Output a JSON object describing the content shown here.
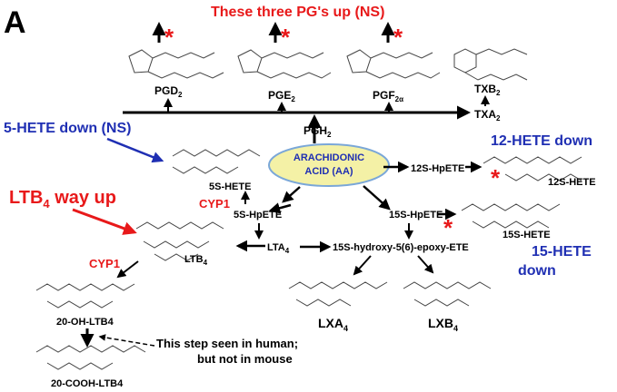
{
  "panel_label": "A",
  "colors": {
    "annotation_red": "#e8191a",
    "annotation_blue": "#1f2fb3",
    "node_fill": "#f4f1a6",
    "node_stroke": "#7aa7d8"
  },
  "header_note": "These three PG's up (NS)",
  "star": "*",
  "center": {
    "line1": "ARACHIDONIC",
    "line2": "ACID (AA)"
  },
  "prostanoids": {
    "pgh2": {
      "main": "PGH",
      "sub": "2"
    },
    "pgd2": {
      "main": "PGD",
      "sub": "2"
    },
    "pge2": {
      "main": "PGE",
      "sub": "2"
    },
    "pgf2a": {
      "main": "PGF",
      "sub": "2α"
    },
    "txb2": {
      "main": "TXB",
      "sub": "2"
    },
    "txa2": {
      "main": "TXA",
      "sub": "2"
    }
  },
  "lipox": {
    "hpete5": "5S-HpETE",
    "hete5": "5S-HETE",
    "hpete12": "12S-HpETE",
    "hete12": "12S-HETE",
    "hpete15": "15S-HpETE",
    "hete15": "15S-HETE",
    "lta4": {
      "main": "LTA",
      "sub": "4"
    },
    "ltb4": {
      "main": "LTB",
      "sub": "4"
    },
    "epoxy": "15S-hydroxy-5(6)-epoxy-ETE",
    "lxa4": {
      "main": "LXA",
      "sub": "4"
    },
    "lxb4": {
      "main": "LXB",
      "sub": "4"
    },
    "oh_ltb4": "20-OH-LTB4",
    "cooh_ltb4": "20-COOH-LTB4"
  },
  "enzymes": {
    "cyp1_a": "CYP1",
    "cyp1_b": "CYP1"
  },
  "notes": {
    "hete5_down": "5-HETE down (NS)",
    "ltb4_up_main": "LTB",
    "ltb4_up_sub": "4",
    "ltb4_up_rest": " way up",
    "hete12_down": "12-HETE down",
    "hete15_down_l1": "15-HETE",
    "hete15_down_l2": "down",
    "species_l1": "This step seen in human;",
    "species_l2": "but not in mouse"
  }
}
